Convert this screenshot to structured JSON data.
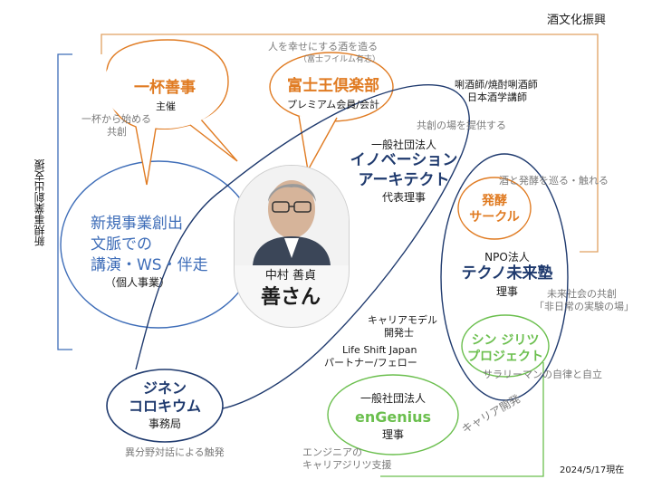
{
  "labels": {
    "culture": "酒文化振興",
    "new_business": "新規事業創出支援",
    "happiness": "人を幸せにする酒を造る",
    "fuji_film": "（富士フイルム有志）",
    "brewer": "唎酒師/焼酎唎酒師",
    "sake_teacher": "日本酒学講師",
    "from_one_cup": "一杯から始める",
    "kyoso1": "共創",
    "kyoso_place": "共創の場を提供する",
    "sake_fermentation": "酒と発酵を巡る・触れる",
    "mirai": "未来社会の共創",
    "hinichijo": "「非日常の実験の場」",
    "career_model": "キャリアモデル",
    "developer": "開発士",
    "life_shift": "Life Shift Japan",
    "partner": "パートナー/フェロー",
    "salaryman": "サラリーマンの自律と自立",
    "ibunya": "異分野対話による触発",
    "engineer": "エンジニアの",
    "career_agility": "キャリアジリツ支援",
    "career_dev": "キャリア開発",
    "date": "2024/5/17現在"
  },
  "nodes": {
    "ippai": {
      "name": "一杯善事",
      "role": "主催"
    },
    "fuji": {
      "name": "富士王倶楽部",
      "role": "プレミアム会員/会計"
    },
    "innovation": {
      "org": "一般社団法人",
      "name_line1": "イノベーション",
      "name_line2": "アーキテクト",
      "role": "代表理事"
    },
    "hakko": {
      "name_line1": "発酵",
      "name_line2": "サークル"
    },
    "techno": {
      "org": "NPO法人",
      "name": "テクノ未来塾",
      "role": "理事"
    },
    "shin": {
      "name_line1": "シン ジリツ",
      "name_line2": "プロジェクト"
    },
    "business": {
      "line1": "新規事業創出",
      "line2": "文脈での",
      "line3": "講演・WS・伴走",
      "line4": "（個人事業）"
    },
    "person": {
      "name": "中村 善貞",
      "nickname": "善さん"
    },
    "jinen": {
      "name_line1": "ジネン",
      "name_line2": "コロキウム",
      "role": "事務局"
    },
    "engenius": {
      "org": "一般社団法人",
      "name": "enGenius",
      "role": "理事"
    }
  },
  "colors": {
    "orange": "#e07b22",
    "blue": "#3e6db8",
    "navy": "#1f3a6e",
    "green": "#6bbf4e",
    "gray": "#7a7a7a"
  }
}
